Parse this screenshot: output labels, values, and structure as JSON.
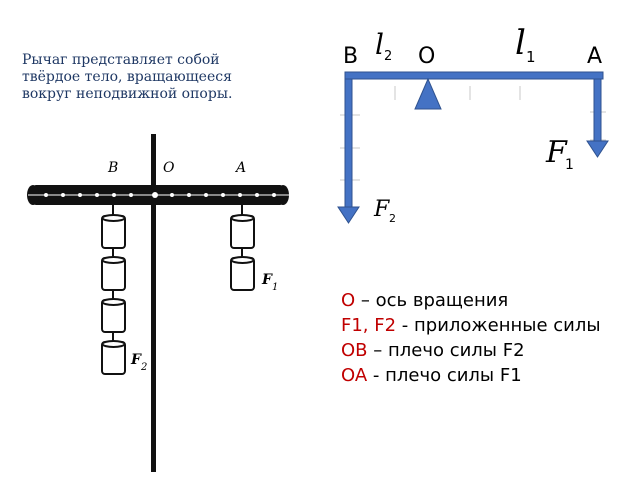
{
  "intro_text": "Рычаг представляет собой твёрдое тело, вращающееся вокруг неподвижной опоры.",
  "left_figure": {
    "label_b": "B",
    "label_o": "O",
    "label_a": "A",
    "label_f1": "F",
    "label_f1_sub": "1",
    "label_f2": "F",
    "label_f2_sub": "2"
  },
  "right_figure": {
    "label_b": "B",
    "label_o": "O",
    "label_a": "A",
    "label_l2": "l",
    "label_l2_sub": "2",
    "label_l1": "l",
    "label_l1_sub": "1",
    "label_f1": "F",
    "label_f1_sub": "1",
    "label_f2": "F",
    "label_f2_sub": "2"
  },
  "legend": [
    {
      "key": "O",
      "text": " – ось вращения"
    },
    {
      "key": "F1, F2",
      "text": " - приложенные силы"
    },
    {
      "key": "OB",
      "text": " – плечо силы  F2"
    },
    {
      "key": "OA",
      "text": " - плечо силы  F1"
    }
  ],
  "colors": {
    "blue": "#4472c4",
    "blue_outline": "#2f528f",
    "key_red": "#c00000",
    "intro_navy": "#1f3864"
  }
}
